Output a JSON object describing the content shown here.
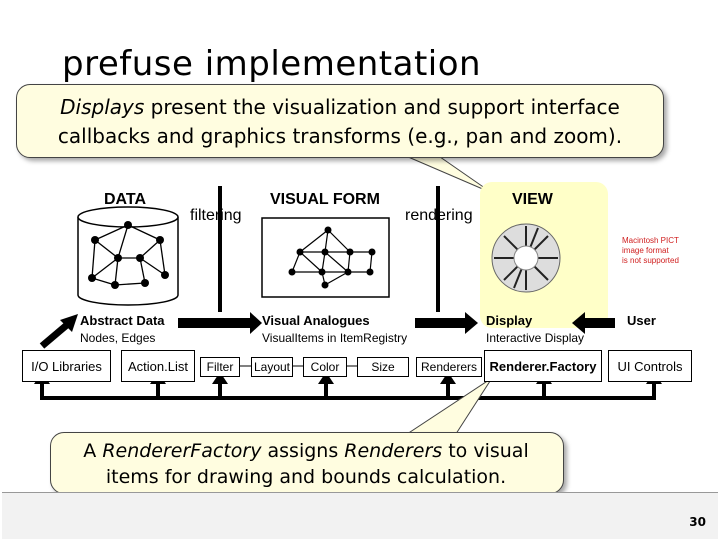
{
  "slide": {
    "title": "prefuse implementation",
    "callout_top": {
      "emph": "Displays",
      "rest": " present the visualization and support interface callbacks and graphics transforms (e.g., pan and zoom)."
    },
    "callout_bottom": {
      "pre": "A ",
      "emph1": "RendererFactory",
      "mid": " assigns ",
      "emph2": "Renderers",
      "post": " to visual items for drawing and bounds calculation."
    },
    "page_number": "30"
  },
  "pipeline": {
    "data_label": "DATA",
    "filtering_label": "filtering",
    "visual_form_label": "VISUAL FORM",
    "rendering_label": "rendering",
    "view_label": "VIEW",
    "abstract_data": "Abstract Data",
    "nodes_edges": "Nodes, Edges",
    "visual_analogues": "Visual Analogues",
    "visual_items": "VisualItems in ItemRegistry",
    "display": "Display",
    "interactive_display": "Interactive Display",
    "user": "User",
    "unsupported_image_text": [
      "Macintosh PICT",
      "image format",
      "is not supported"
    ]
  },
  "components": {
    "io_libraries": "I/O Libraries",
    "action_list": "Action.List",
    "filter": "Filter",
    "layout": "Layout",
    "color": "Color",
    "size": "Size",
    "renderers": "Renderers",
    "renderer_factory": "Renderer.Factory",
    "ui_controls": "UI Controls"
  },
  "colors": {
    "callout_fill": "#fffde0",
    "view_highlight": "#ffffc8",
    "placeholder_text": "#d02020"
  }
}
